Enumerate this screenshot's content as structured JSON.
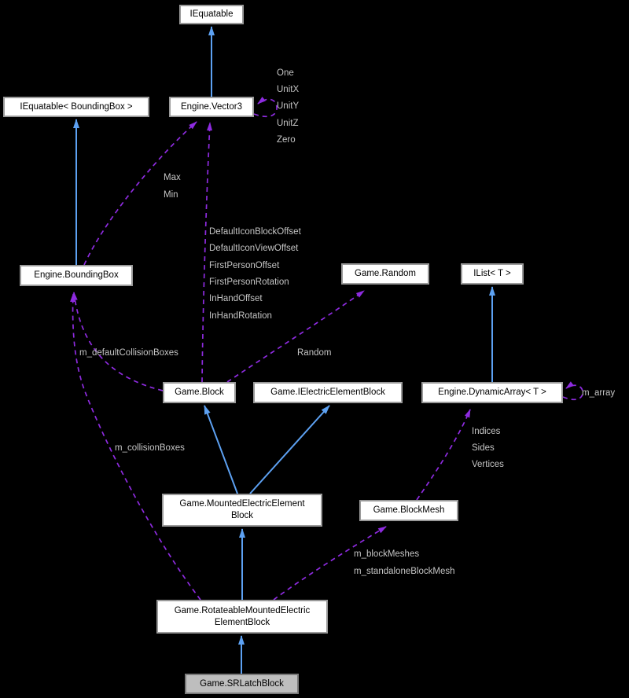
{
  "diagram": {
    "kind": "collaboration-diagram",
    "highlighted_node": "Game.SRLatchBlock"
  },
  "colors": {
    "background": "#000000",
    "node_fill": "#ffffff",
    "node_border": "#9a9a9a",
    "node_text": "#000000",
    "highlight_node_fill": "#bebebe",
    "highlight_node_border": "#7a7a7a",
    "inheritance_arrow_blue": "#5da1f2",
    "usage_arrow_purple": "#8e2be0",
    "edge_label_text": "#c5c5c5"
  },
  "nodes": {
    "iequatable": {
      "lines": [
        "IEquatable"
      ]
    },
    "vector3": {
      "lines": [
        "Engine.Vector3"
      ]
    },
    "iequatable_boundingbox": {
      "lines": [
        "IEquatable< BoundingBox >"
      ]
    },
    "boundingbox": {
      "lines": [
        "Engine.BoundingBox"
      ]
    },
    "random": {
      "lines": [
        "Game.Random"
      ]
    },
    "ilist": {
      "lines": [
        "IList< T >"
      ]
    },
    "block": {
      "lines": [
        "Game.Block"
      ]
    },
    "ielectricelementblock": {
      "lines": [
        "Game.IElectricElementBlock"
      ]
    },
    "dynamicarray": {
      "lines": [
        "Engine.DynamicArray< T >"
      ]
    },
    "mountedelectricelementblock": {
      "lines": [
        "Game.MountedElectricElement",
        "Block"
      ]
    },
    "blockmesh": {
      "lines": [
        "Game.BlockMesh"
      ]
    },
    "rotateablemountedelectricelementblock": {
      "lines": [
        "Game.RotateableMountedElectric",
        "ElementBlock"
      ]
    },
    "srlatchblock": {
      "lines": [
        "Game.SRLatchBlock"
      ]
    }
  },
  "edge_labels": {
    "vector3_self": [
      "One",
      "UnitX",
      "UnitY",
      "UnitZ",
      "Zero"
    ],
    "boundingbox_to_vector3": [
      "Max",
      "Min"
    ],
    "block_to_vector3": [
      "DefaultIconBlockOffset",
      "DefaultIconViewOffset",
      "FirstPersonOffset",
      "FirstPersonRotation",
      "InHandOffset",
      "InHandRotation"
    ],
    "block_to_boundingbox": "m_defaultCollisionBoxes",
    "block_to_random": "Random",
    "dynamicarray_self": "m_array",
    "blockmesh_to_dynamicarray": [
      "Indices",
      "Sides",
      "Vertices"
    ],
    "rotateable_to_boundingbox": "m_collisionBoxes",
    "rotateable_to_blockmesh": [
      "m_blockMeshes",
      "m_standaloneBlockMesh"
    ]
  }
}
